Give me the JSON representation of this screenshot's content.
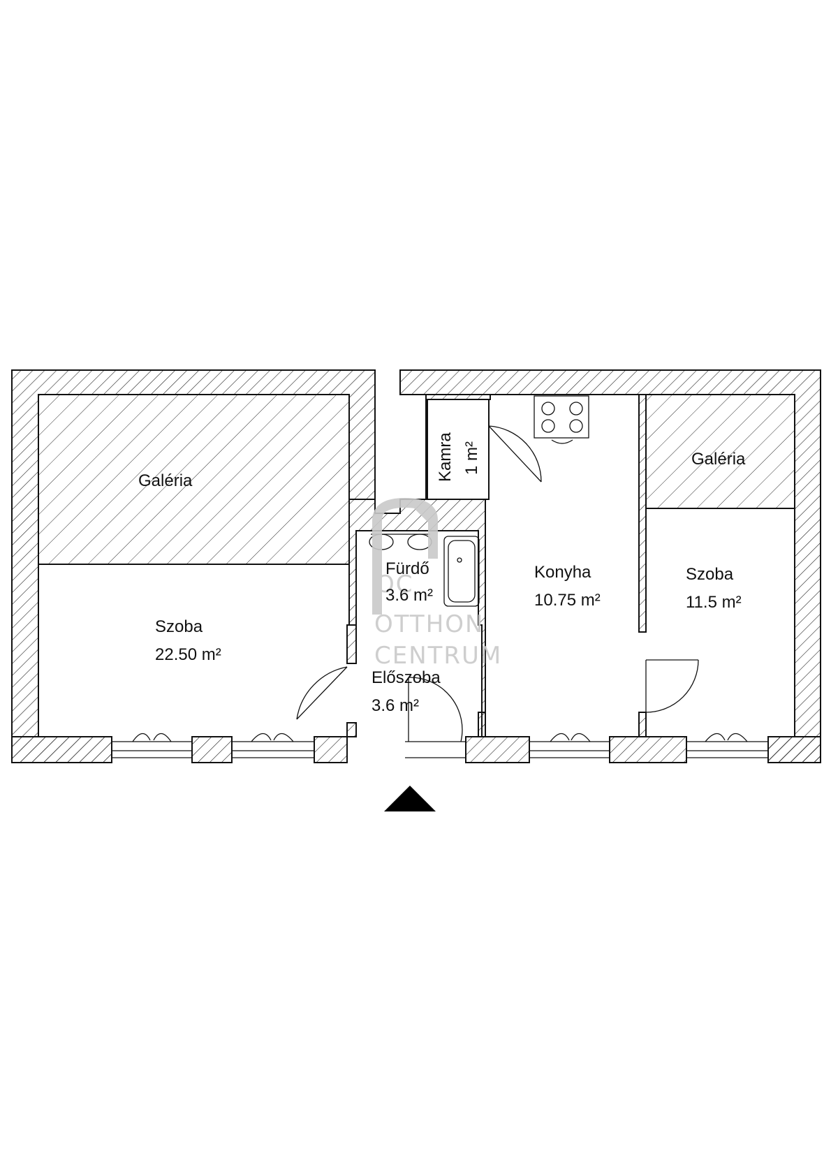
{
  "rooms": {
    "gal_left": {
      "name": "Galéria"
    },
    "szoba_left": {
      "name": "Szoba",
      "area": "22.50 m²"
    },
    "furdo": {
      "name": "Fürdő",
      "area": "3.6 m²"
    },
    "kamra": {
      "name": "Kamra",
      "area": "1 m²"
    },
    "konyha": {
      "name": "Konyha",
      "area": "10.75 m²"
    },
    "gal_right": {
      "name": "Galéria"
    },
    "szoba_right": {
      "name": "Szoba",
      "area": "11.5 m²"
    },
    "eloszoba": {
      "name": "Előszoba",
      "area": "3.6 m²"
    }
  },
  "watermark": {
    "line1": "OTTHON",
    "line2": "CENTRUM",
    "logo": "OC"
  },
  "colors": {
    "line": "#111111",
    "hatch": "#222222",
    "watermark": "#c9c9c9"
  },
  "icons": {
    "entrance": "entrance-arrow-icon"
  }
}
